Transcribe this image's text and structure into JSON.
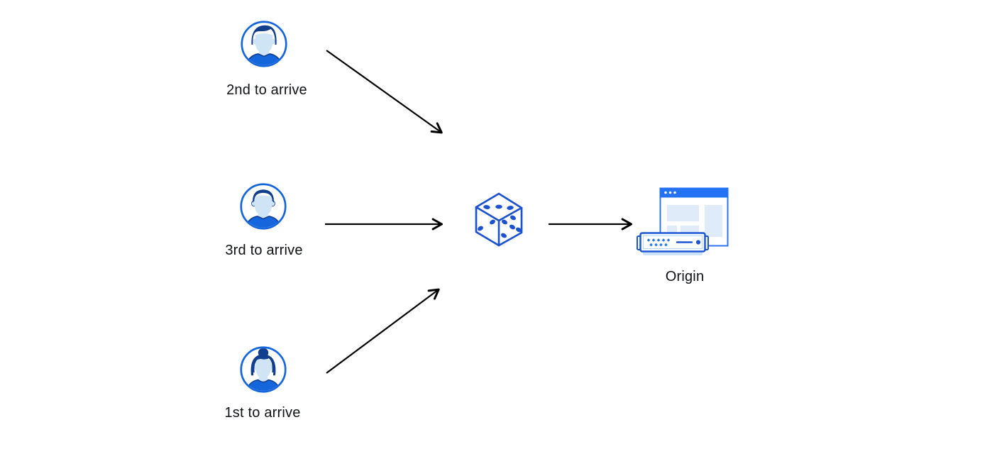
{
  "diagram": {
    "visitors": [
      {
        "id": "visitor-2nd",
        "label": "2nd to arrive",
        "icon": "man-avatar-icon"
      },
      {
        "id": "visitor-3rd",
        "label": "3rd to arrive",
        "icon": "man-avatar-icon"
      },
      {
        "id": "visitor-1st",
        "label": "1st to arrive",
        "icon": "woman-avatar-icon"
      }
    ],
    "selector": {
      "id": "random-selector",
      "icon": "dice-icon"
    },
    "origin": {
      "id": "origin",
      "label": "Origin",
      "icon": "origin-server-icon"
    },
    "edges": [
      {
        "from": "visitor-2nd",
        "to": "random-selector"
      },
      {
        "from": "visitor-3rd",
        "to": "random-selector"
      },
      {
        "from": "visitor-1st",
        "to": "random-selector"
      },
      {
        "from": "random-selector",
        "to": "origin"
      }
    ],
    "colors": {
      "avatar_blue": "#1565dc",
      "hair_navy": "#123e8e",
      "face_light_blue": "#cfe5f6",
      "dice_blue": "#1c52cf",
      "browser_blue": "#2272f3",
      "server_blue": "#1b55d3",
      "panel_light_blue": "#dfebf8",
      "arrow_black": "#000000",
      "text_black": "#0f1115"
    }
  }
}
